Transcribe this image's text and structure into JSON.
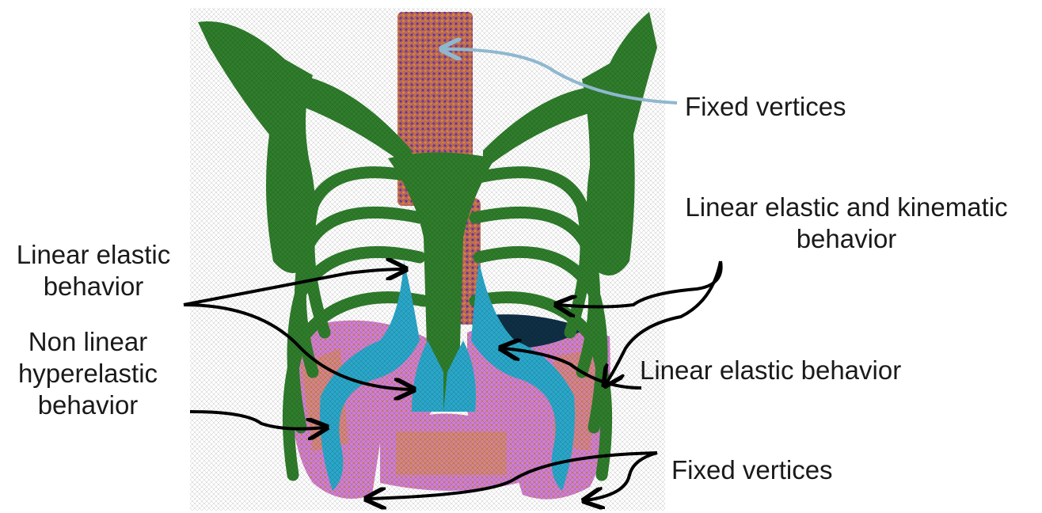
{
  "labels": {
    "fixed_vertices_top": "Fixed vertices",
    "linear_elastic_kinematic": [
      "Linear elastic and kinematic",
      "behavior"
    ],
    "linear_elastic_left": [
      "Linear elastic",
      "behavior"
    ],
    "non_linear_hyperelastic": [
      "Non linear",
      "hyperelastic",
      "behavior"
    ],
    "linear_elastic_right": "Linear elastic behavior",
    "fixed_vertices_bottom": "Fixed vertices"
  },
  "colors": {
    "bone_green": "#2f7d2c",
    "cartilage_cyan": "#2aa7c9",
    "soft_tissue_pink": "#c873c8",
    "soft_tissue_orange": "#d98a45",
    "spine_purple": "#7d4e9c",
    "fixed_arrow_blue": "#8fb8cf",
    "arrow_black": "#000000"
  }
}
